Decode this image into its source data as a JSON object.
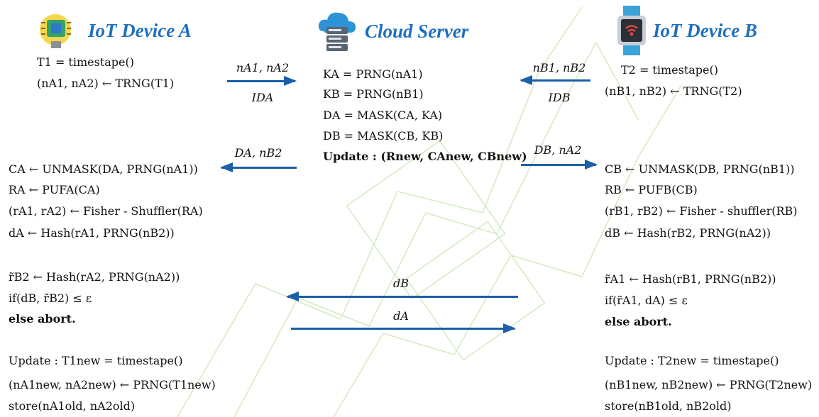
{
  "headers": {
    "device_a": "IoT Device A",
    "server": "Cloud Server",
    "device_b": "IoT Device B"
  },
  "device_a": {
    "init": [
      "T1 = timestape()",
      "(nA1, nA2) ← TRNG(T1)"
    ],
    "verify": [
      "CA ← UNMASK(DA, PRNG(nA1))",
      "RA ← PUFA(CA)",
      "(rA1, rA2) ← Fisher - Shuffler(RA)",
      "dA ← Hash(rA1, PRNG(nB2))"
    ],
    "check": [
      "r̃B2 ← Hash(rA2, PRNG(nA2))",
      "if(dB, r̃B2) ≤ ε",
      "else abort."
    ],
    "update": [
      "Update :  T1new = timestape()",
      "(nA1new, nA2new) ← PRNG(T1new)",
      "store(nA1old, nA2old)"
    ]
  },
  "server": {
    "lines": [
      "KA = PRNG(nA1)",
      "KB = PRNG(nB1)",
      "DA = MASK(CA, KA)",
      "DB = MASK(CB, KB)",
      "Update : (Rnew, CAnew, CBnew)"
    ]
  },
  "device_b": {
    "init": [
      "T2 = timestape()",
      "(nB1, nB2) ← TRNG(T2)"
    ],
    "verify": [
      "CB ← UNMASK(DB, PRNG(nB1))",
      "RB ← PUFB(CB)",
      "(rB1, rB2) ← Fisher - shuffler(RB)",
      "dB ← Hash(rB2, PRNG(nA2))"
    ],
    "check": [
      "r̃A1 ← Hash(rB1, PRNG(nB2))",
      "if(r̃A1, dA) ≤ ε",
      "else abort."
    ],
    "update": [
      "Update :  T2new = timestape()",
      "(nB1new, nB2new) ← PRNG(T2new)",
      "store(nB1old, nB2old)"
    ]
  },
  "messages": {
    "a_to_server_top": "nA1, nA2",
    "a_to_server_bottom": "IDA",
    "b_to_server_top": "nB1, nB2",
    "b_to_server_bottom": "IDB",
    "server_to_a": "DA, nB2",
    "server_to_b": "DB, nA2",
    "b_to_a": "dB",
    "a_to_b": "dA"
  },
  "colors": {
    "title": "#1f6fc0",
    "arrow": "#1a5fa8",
    "watermark": "#c8e6b4"
  },
  "icons": [
    "chip-lightbulb-icon",
    "cloud-server-icon",
    "smartwatch-wifi-icon"
  ]
}
